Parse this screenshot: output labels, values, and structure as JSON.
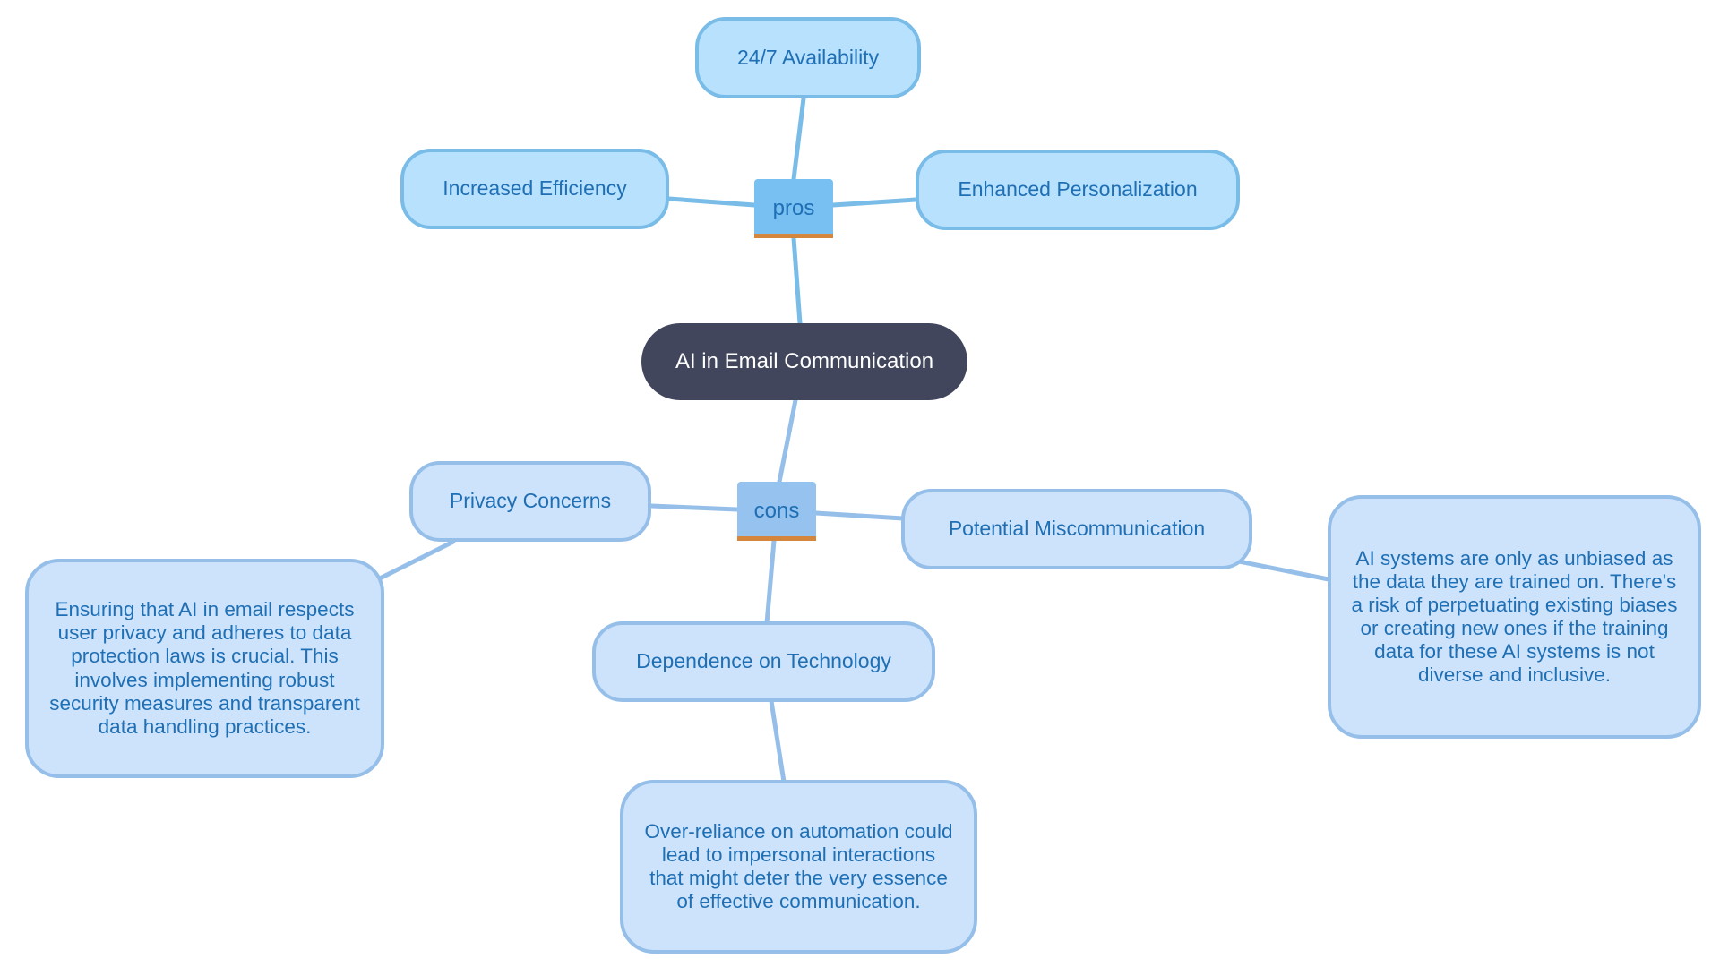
{
  "diagram": {
    "root": {
      "label": "AI in Email Communication"
    },
    "branches": {
      "pros": {
        "label": "pros",
        "items": [
          {
            "label": "24/7 Availability"
          },
          {
            "label": "Increased Efficiency"
          },
          {
            "label": "Enhanced Personalization"
          }
        ]
      },
      "cons": {
        "label": "cons",
        "items": [
          {
            "label": "Privacy Concerns",
            "detail": "Ensuring that AI in email respects user privacy and adheres to data protection laws is crucial. This involves implementing robust security measures and transparent data handling practices."
          },
          {
            "label": "Potential Miscommunication",
            "detail": "AI systems are only as unbiased as the data they are trained on. There's a risk of perpetuating existing biases or creating new ones if the training data for these AI systems is not diverse and inclusive."
          },
          {
            "label": "Dependence on Technology",
            "detail": "Over-reliance on automation could lead to impersonal interactions that might deter the very essence of effective communication."
          }
        ]
      }
    }
  },
  "colors": {
    "root_fill": "#41465c",
    "pros_fill": "#78bff2",
    "cons_fill": "#95c2ef",
    "branch_underline": "#d4873c",
    "pro_leaf_fill": "#b7e1fd",
    "pro_edge": "#79bce8",
    "con_leaf_fill": "#cde3fb",
    "con_edge": "#95bfe9",
    "text_blue": "#1f6fb5"
  }
}
